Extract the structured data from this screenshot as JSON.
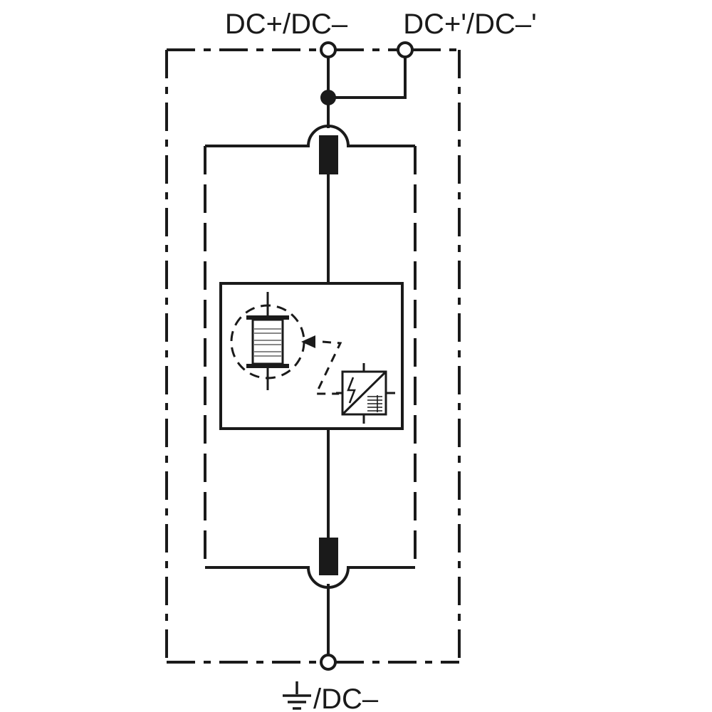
{
  "labels": {
    "terminal_in": "DC+/DC–",
    "terminal_through": "DC+'/DC–'",
    "terminal_bottom": "/DC–"
  },
  "colors": {
    "line": "#1a1a1a",
    "background": "#ffffff"
  }
}
